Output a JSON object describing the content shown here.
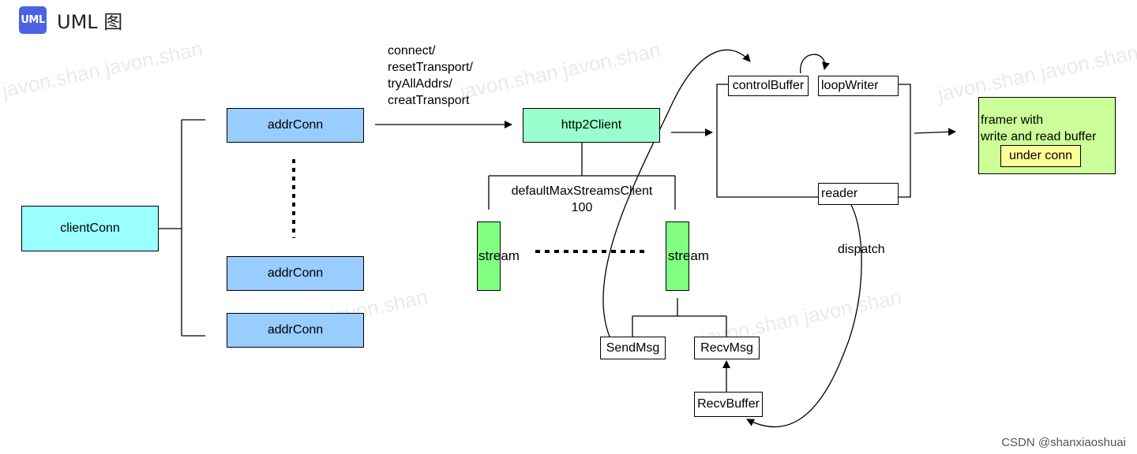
{
  "header": {
    "icon_text": "UML",
    "title": "UML 图"
  },
  "watermark": "javon.shan javon.shan",
  "nodes": {
    "client_conn": "clientConn",
    "addr_conn_1": "addrConn",
    "addr_conn_2": "addrConn",
    "addr_conn_3": "addrConn",
    "http2_client": "http2Client",
    "control_buffer": "controlBuffer",
    "loop_writer": "loopWriter",
    "reader": "reader",
    "stream_left": "stream",
    "stream_right": "stream",
    "send_msg": "SendMsg",
    "recv_msg": "RecvMsg",
    "recv_buffer": "RecvBuffer",
    "framer_line1": "framer with",
    "framer_line2": "write and read buffer",
    "under_conn": "under conn"
  },
  "labels": {
    "transport_line1": "connect/",
    "transport_line2": "resetTransport/",
    "transport_line3": "tryAllAddrs/",
    "transport_line4": "creatTransport",
    "max_streams_line1": "defaultMaxStreamsClient",
    "max_streams_line2": "100",
    "dispatch": "dispatch"
  },
  "colors": {
    "client_conn": "#99ffff",
    "addr_conn": "#99ccff",
    "http2_client": "#99ffcc",
    "stream": "#80ff80",
    "framer": "#ccff99",
    "under_conn": "#ffff99",
    "uml_icon": "#4a63e4"
  },
  "footer": "CSDN @shanxiaoshuai"
}
